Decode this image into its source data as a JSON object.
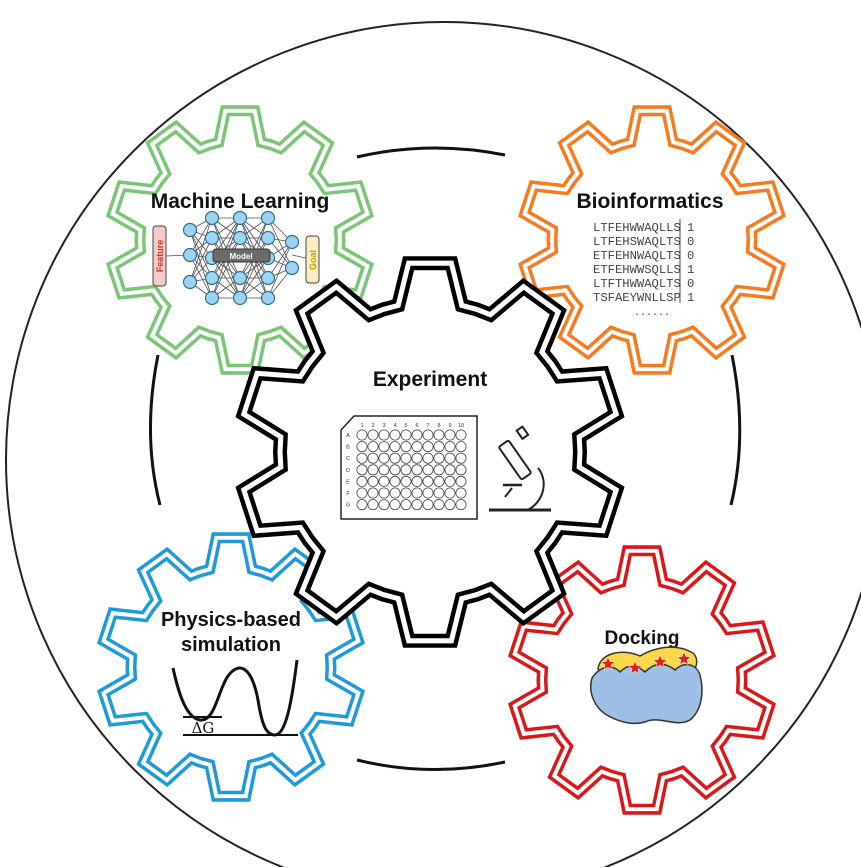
{
  "center": {
    "title": "Experiment"
  },
  "machine_learning": {
    "title": "Machine Learning",
    "feature_label": "Feature",
    "model_label": "Model",
    "goal_label": "Goal"
  },
  "bioinformatics": {
    "title": "Bioinformatics",
    "sequences": [
      {
        "seq": "LTFEHWWAQLLS",
        "label": "1"
      },
      {
        "seq": "LTFEHSWAQLTS",
        "label": "0"
      },
      {
        "seq": "ETFEHNWAQLTS",
        "label": "0"
      },
      {
        "seq": "ETFEHWWSQLLS",
        "label": "1"
      },
      {
        "seq": "LTFTHWWAQLTS",
        "label": "0"
      },
      {
        "seq": "TSFAEYWNLLSP",
        "label": "1"
      }
    ],
    "ellipsis": "......"
  },
  "physics": {
    "title_line1": "Physics-based",
    "title_line2": "simulation",
    "delta_g": "ΔG"
  },
  "docking": {
    "title": "Docking"
  },
  "plate": {
    "columns": [
      "1",
      "2",
      "3",
      "4",
      "5",
      "6",
      "7",
      "8",
      "9",
      "10"
    ],
    "rows": [
      "A",
      "B",
      "C",
      "D",
      "E",
      "F",
      "G"
    ]
  },
  "colors": {
    "machine_learning": "#7cc576",
    "bioinformatics": "#f47b20",
    "physics": "#1f9ad6",
    "docking": "#d7191c",
    "experiment": "#000000"
  }
}
